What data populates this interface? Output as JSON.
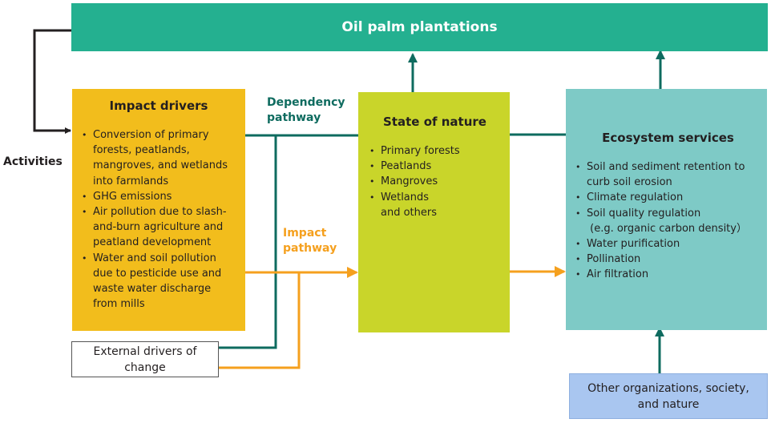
{
  "top": {
    "title": "Oil palm plantations"
  },
  "labels": {
    "activities": "Activities",
    "dependency": [
      "Dependency",
      "pathway"
    ],
    "impact": [
      "Impact",
      "pathway"
    ]
  },
  "impact_drivers": {
    "title": "Impact drivers",
    "items": [
      {
        "text": "Conversion of primary",
        "bullet": true
      },
      {
        "text": "forests, peatlands,",
        "bullet": false
      },
      {
        "text": "mangroves, and wetlands",
        "bullet": false
      },
      {
        "text": "into farmlands",
        "bullet": false
      },
      {
        "text": "GHG emissions",
        "bullet": true
      },
      {
        "text": "Air pollution due to slash-",
        "bullet": true
      },
      {
        "text": "and-burn agriculture and",
        "bullet": false
      },
      {
        "text": "peatland development",
        "bullet": false
      },
      {
        "text": "Water and soil pollution",
        "bullet": true
      },
      {
        "text": "due to pesticide use and",
        "bullet": false
      },
      {
        "text": "waste water discharge",
        "bullet": false
      },
      {
        "text": "from mills",
        "bullet": false
      }
    ]
  },
  "state_of_nature": {
    "title": "State of nature",
    "items": [
      {
        "text": "Primary forests",
        "bullet": true
      },
      {
        "text": "Peatlands",
        "bullet": true
      },
      {
        "text": "Mangroves",
        "bullet": true
      },
      {
        "text": "Wetlands",
        "bullet": true
      },
      {
        "text": "and others",
        "bullet": false
      }
    ]
  },
  "ecosystem_services": {
    "title": "Ecosystem services",
    "items": [
      {
        "text": "Soil and sediment retention to",
        "bullet": true
      },
      {
        "text": "curb soil erosion",
        "bullet": false
      },
      {
        "text": "Climate regulation",
        "bullet": true
      },
      {
        "text": "Soil quality regulation",
        "bullet": true
      },
      {
        "text": " (e.g. organic carbon density）",
        "bullet": false
      },
      {
        "text": "Water purification",
        "bullet": true
      },
      {
        "text": "Pollination",
        "bullet": true
      },
      {
        "text": "Air filtration",
        "bullet": true
      }
    ]
  },
  "external_drivers": {
    "lines": [
      "External drivers of",
      "change"
    ]
  },
  "other_orgs": {
    "lines": [
      "Other organizations, society,",
      "and nature"
    ]
  },
  "colors": {
    "teal": "#24b090",
    "dark_teal": "#0e6b5f",
    "amber": "#f2bd1c",
    "orange_arrow": "#f5a01e",
    "lime": "#c9d52a",
    "aqua": "#7ecac6",
    "light_blue": "#a9c6f0",
    "black_arrow": "#231f20"
  }
}
